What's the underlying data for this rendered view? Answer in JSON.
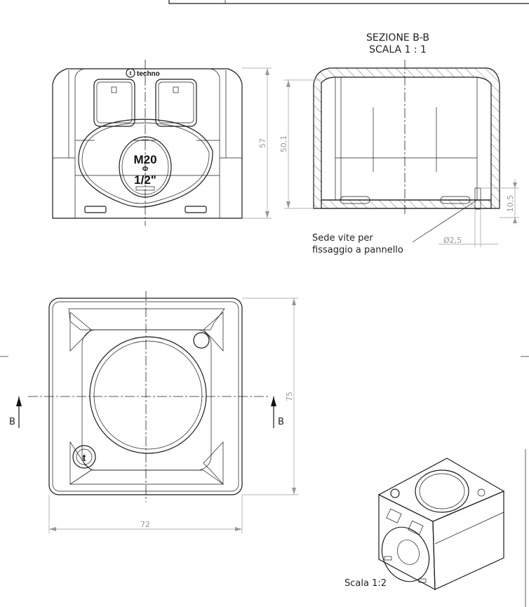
{
  "section": {
    "title": "SEZIONE B-B",
    "scale": "SCALA 1 : 1",
    "note_line1": "Sede vite per",
    "note_line2": "fissaggio a pannello",
    "dim_height_inner": "50,1",
    "dim_screw_height": "10,5",
    "dim_screw_diameter": "Ø2,5"
  },
  "front_view": {
    "brand": "techno",
    "brand_mark": "t",
    "gland_size": "M20",
    "gland_phi": "Φ",
    "gland_inch": "1/2\"",
    "dim_height": "57"
  },
  "top_view": {
    "section_mark_left": "B",
    "section_mark_right": "B",
    "dim_width": "72",
    "dim_depth": "75",
    "logo_mark": "t"
  },
  "iso_view": {
    "scale": "Scala 1:2"
  }
}
